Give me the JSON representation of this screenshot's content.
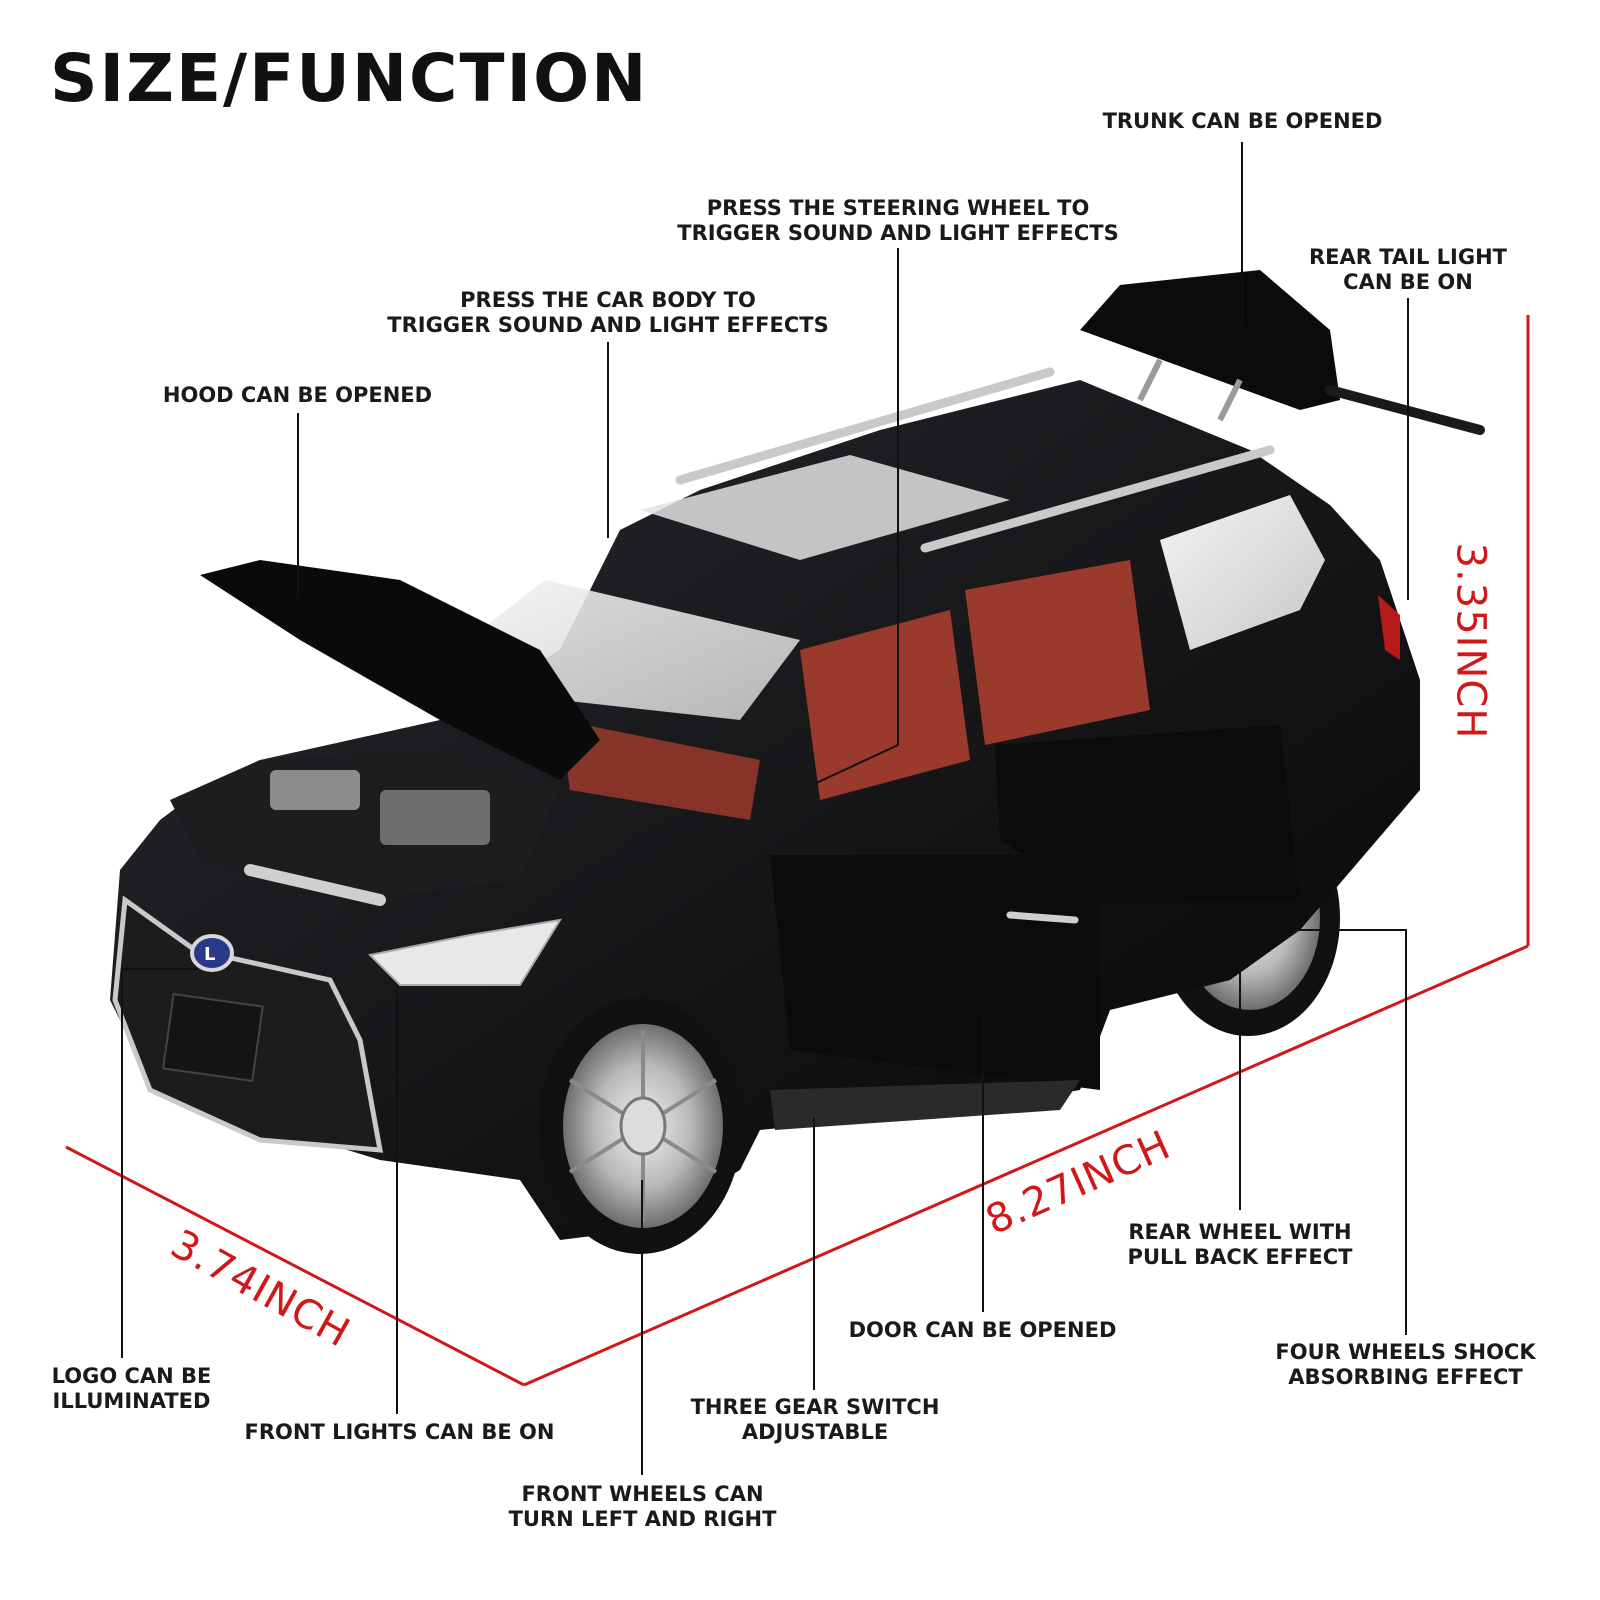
{
  "title": "SIZE/FUNCTION",
  "callouts": {
    "trunk": [
      "TRUNK CAN BE OPENED"
    ],
    "steering": [
      "PRESS THE STEERING WHEEL TO",
      "TRIGGER SOUND AND LIGHT EFFECTS"
    ],
    "tail_light": [
      "REAR TAIL LIGHT",
      "CAN BE ON"
    ],
    "body": [
      "PRESS THE CAR BODY TO",
      "TRIGGER SOUND AND LIGHT EFFECTS"
    ],
    "hood": [
      "HOOD CAN BE OPENED"
    ],
    "rear_wheel": [
      "REAR WHEEL WITH",
      "PULL BACK EFFECT"
    ],
    "door": [
      "DOOR CAN BE OPENED"
    ],
    "shock": [
      "FOUR WHEELS SHOCK",
      "ABSORBING EFFECT"
    ],
    "logo": [
      "LOGO CAN BE",
      "ILLUMINATED"
    ],
    "front_lights": [
      "FRONT LIGHTS CAN BE ON"
    ],
    "gear": [
      "THREE GEAR SWITCH",
      "ADJUSTABLE"
    ],
    "front_wheels": [
      "FRONT WHEELS CAN",
      "TURN LEFT AND RIGHT"
    ]
  },
  "dimensions": {
    "height": "3.35INCH",
    "length": "8.27INCH",
    "width": "3.74INCH"
  },
  "colors": {
    "text": "#1a1a1a",
    "dimension": "#d01818",
    "car_body": "#0c0c0e",
    "interior": "#9a3a2c"
  }
}
